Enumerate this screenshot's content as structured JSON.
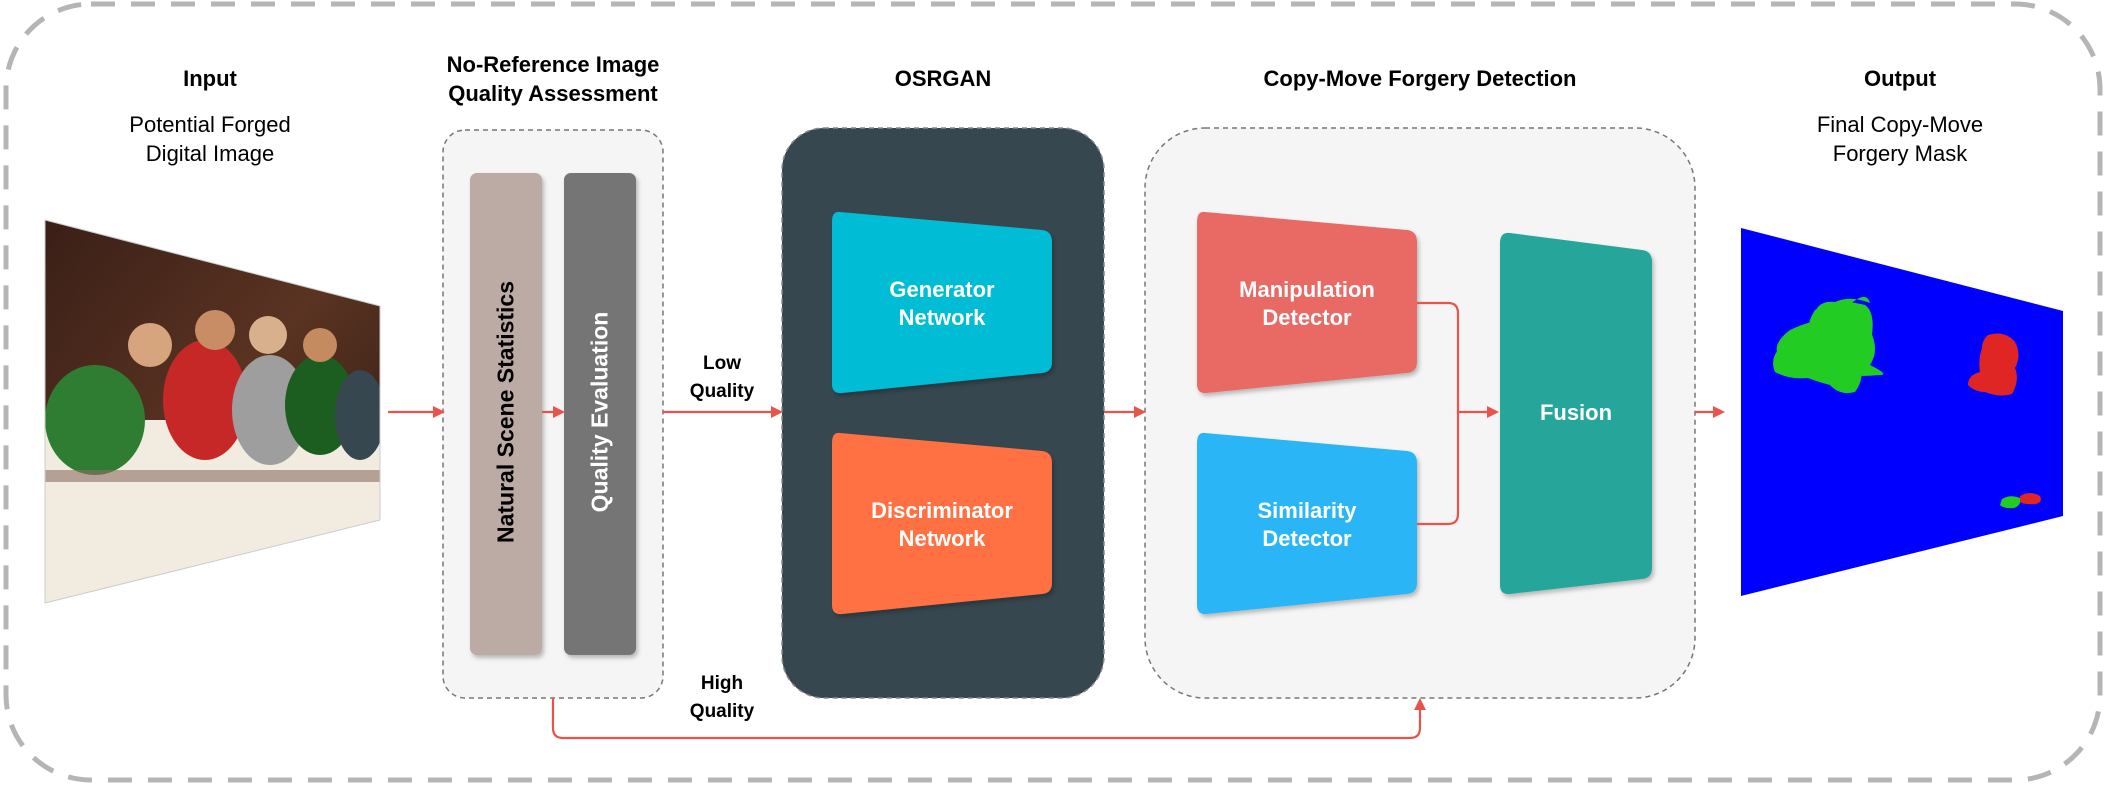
{
  "stages": {
    "input": {
      "title": "Input",
      "subtitle": "Potential Forged\nDigital Image"
    },
    "niqa": {
      "title": "No-Reference Image\nQuality Assessment",
      "bars": [
        "Natural Scene Statistics",
        "Quality Evaluation"
      ]
    },
    "osrgan": {
      "title": "OSRGAN",
      "generator": "Generator\nNetwork",
      "discriminator": "Discriminator\nNetwork"
    },
    "cmfd": {
      "title": "Copy-Move Forgery Detection",
      "manipulation": "Manipulation\nDetector",
      "similarity": "Similarity\nDetector",
      "fusion": "Fusion"
    },
    "output": {
      "title": "Output",
      "subtitle": "Final Copy-Move\nForgery Mask"
    }
  },
  "flow_labels": {
    "low": "Low\nQuality",
    "high": "High\nQuality"
  },
  "colors": {
    "arrow": "#e8534a",
    "nss_bar": "#bcaaa4",
    "quality_bar": "#757575",
    "osrgan_bg": "#37474f",
    "generator": "#00bcd4",
    "discriminator": "#ff7043",
    "manipulation": "#e96b65",
    "similarity": "#29b6f6",
    "fusion": "#26a69a",
    "mask_bg": "#0000ff",
    "mask_green": "#22cc22",
    "mask_red": "#e02525"
  }
}
